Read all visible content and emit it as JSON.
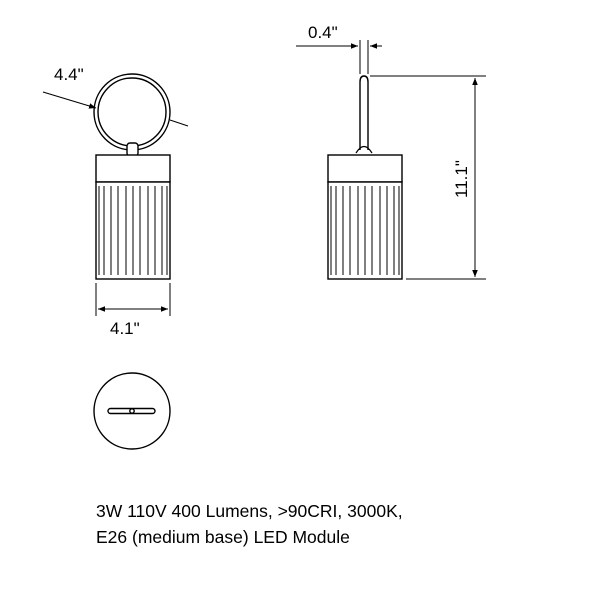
{
  "colors": {
    "stroke": "#000000",
    "fill": "#ffffff",
    "text": "#000000"
  },
  "dimensions": {
    "ring_diameter": "4.4\"",
    "body_width": "4.1\"",
    "hook_width": "0.4\"",
    "overall_height": "11.1\""
  },
  "views": [
    "front-view",
    "side-view",
    "bottom-view"
  ],
  "spec": {
    "line1": "3W 110V 400 Lumens, >90CRI, 3000K,",
    "line2": "E26 (medium base) LED Module"
  }
}
